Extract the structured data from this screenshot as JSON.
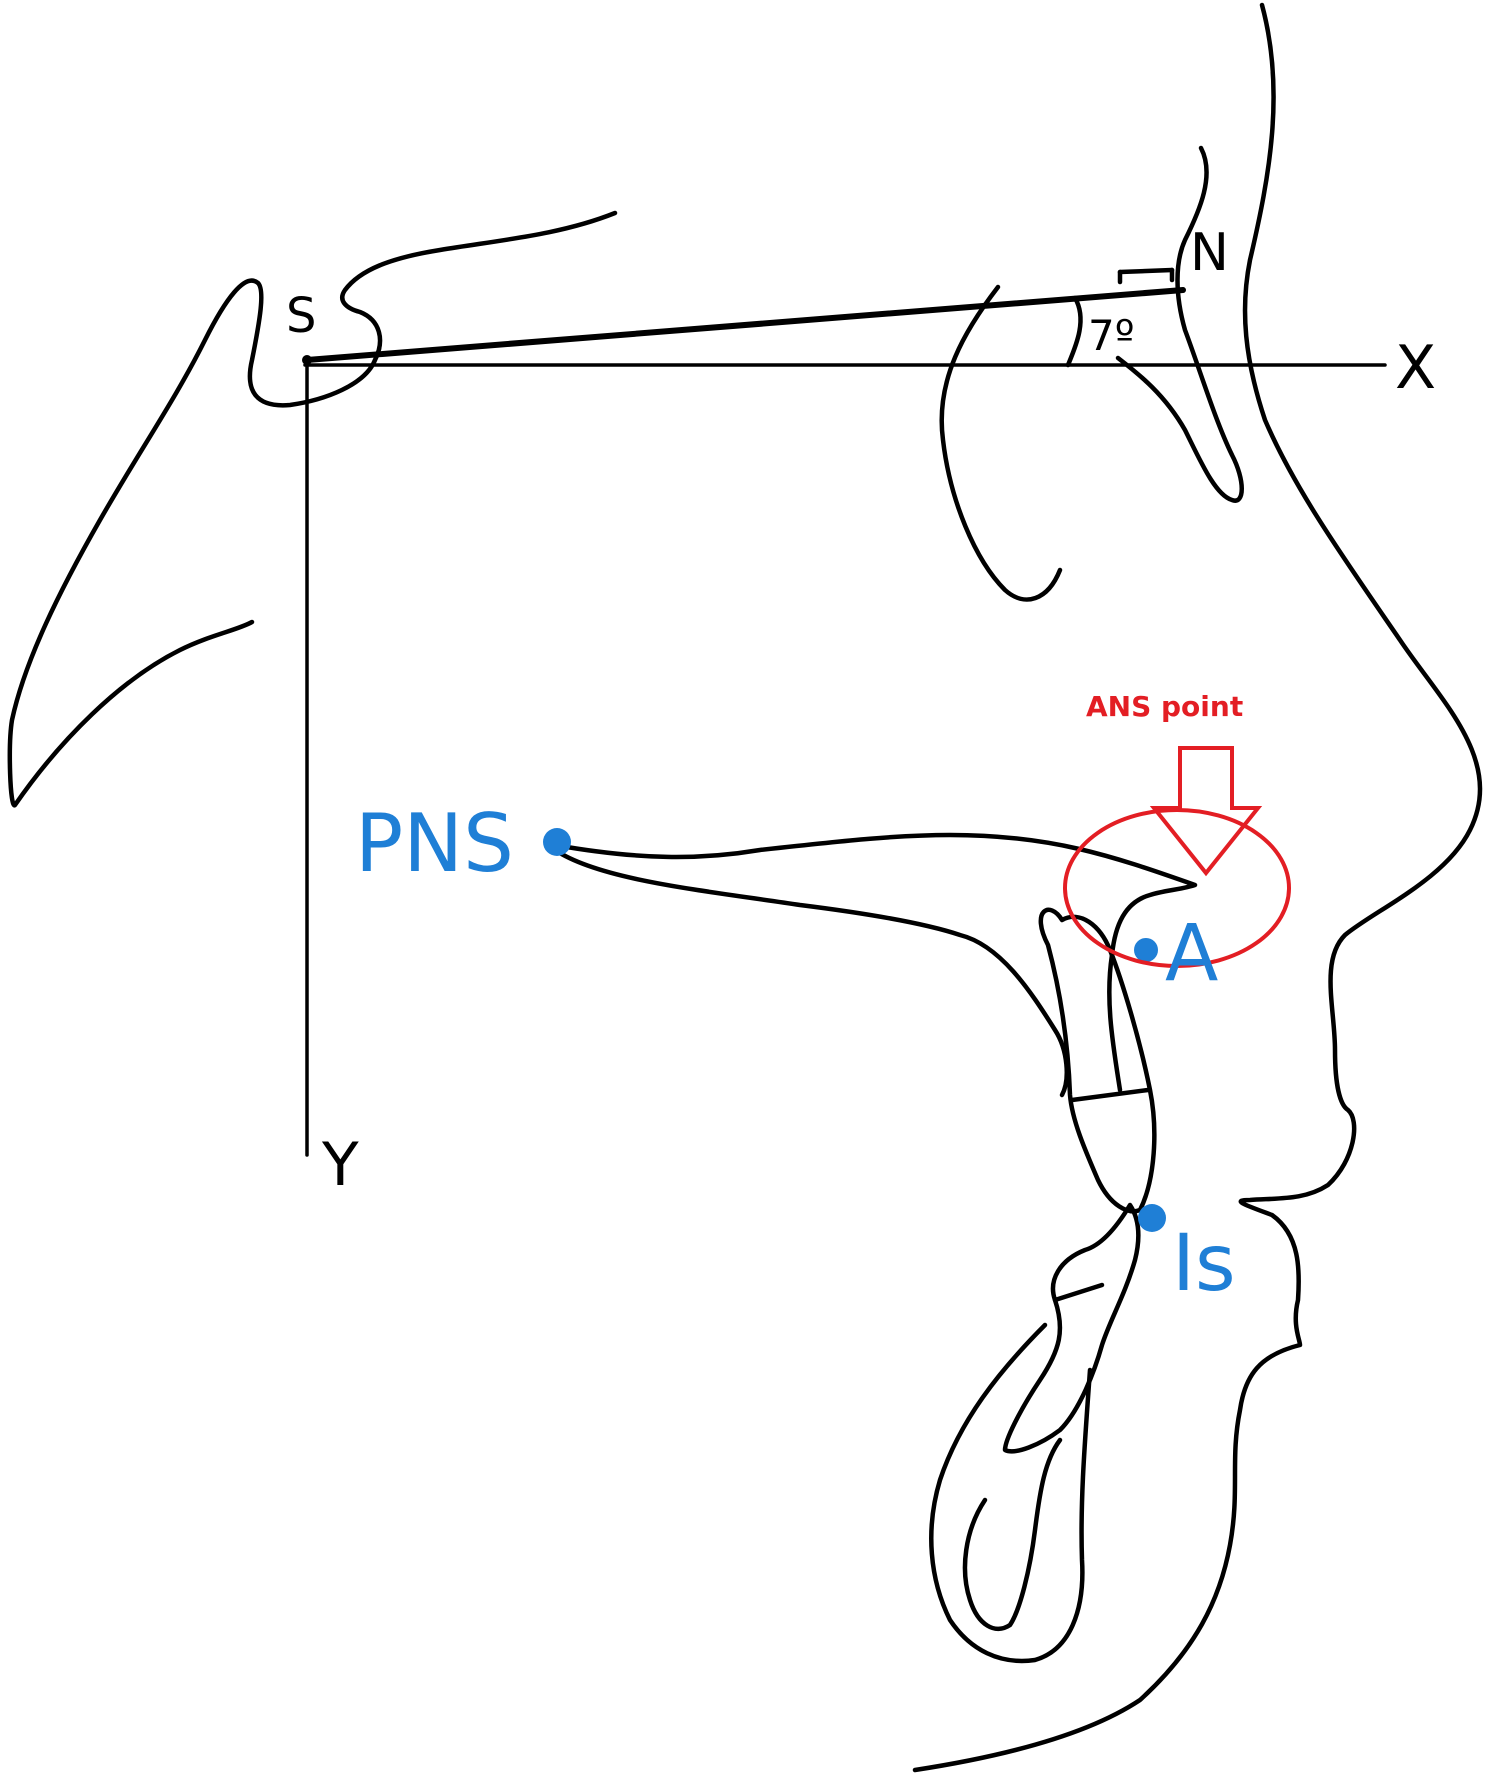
{
  "labels": {
    "s": "S",
    "n": "N",
    "x": "X",
    "y": "Y",
    "angle": "7º",
    "pns": "PNS",
    "a": "A",
    "is": "Is",
    "ans": "ANS point"
  },
  "colors": {
    "outline": "#000000",
    "landmark": "#1f7fd6",
    "highlight": "#e31e24"
  }
}
